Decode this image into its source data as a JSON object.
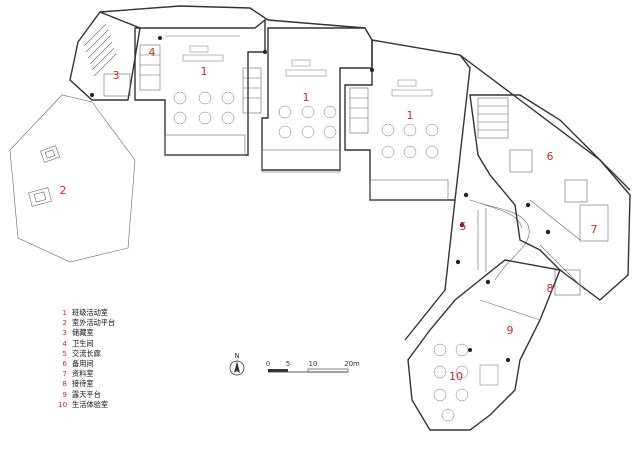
{
  "plan": {
    "room_numbers": [
      "1",
      "1",
      "1",
      "2",
      "3",
      "4",
      "5",
      "6",
      "7",
      "8",
      "9",
      "10"
    ]
  },
  "legend": [
    {
      "num": "1",
      "label": "班级活动室"
    },
    {
      "num": "2",
      "label": "室外活动平台"
    },
    {
      "num": "3",
      "label": "储藏室"
    },
    {
      "num": "4",
      "label": "卫生间"
    },
    {
      "num": "5",
      "label": "交流长廊"
    },
    {
      "num": "6",
      "label": "备用间"
    },
    {
      "num": "7",
      "label": "资料室"
    },
    {
      "num": "8",
      "label": "接待室"
    },
    {
      "num": "9",
      "label": "露天平台"
    },
    {
      "num": "10",
      "label": "生活体验室"
    }
  ],
  "north": {
    "label": "N"
  },
  "scale": {
    "ticks": [
      "0",
      "5",
      "10",
      "20m"
    ]
  },
  "colors": {
    "room_number": "#cc2b2b",
    "wall": "#333333"
  }
}
